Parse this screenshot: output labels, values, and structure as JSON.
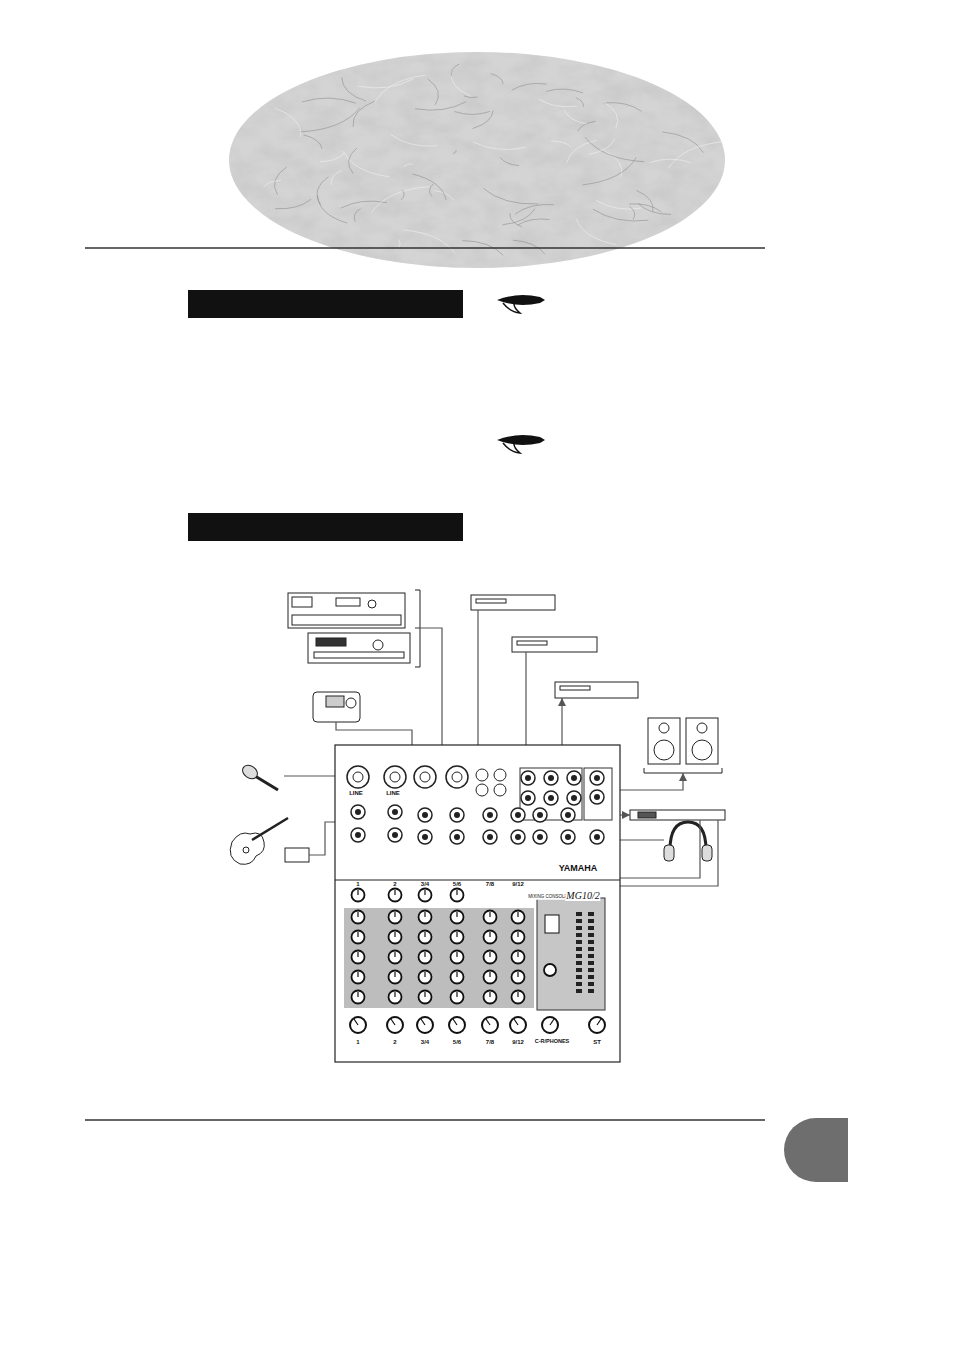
{
  "diagram": {
    "labels": [
      "YAMAHA",
      "MIXING CONSOLE",
      "MG10/2",
      "LINE",
      "LINE",
      "1",
      "2",
      "3/4",
      "5/6",
      "7/8",
      "9/12",
      "1",
      "2",
      "3/4",
      "5/6",
      "7/8",
      "9/12",
      "C-R/PHONES",
      "ST"
    ]
  }
}
